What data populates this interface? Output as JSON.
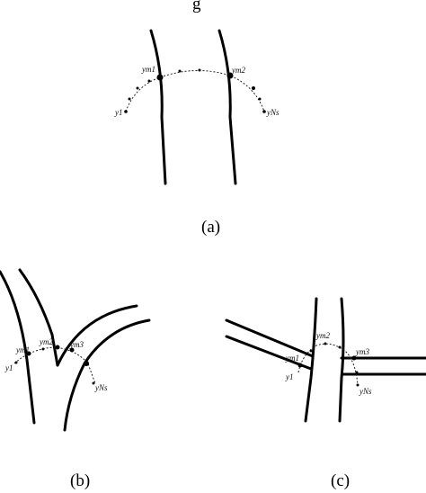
{
  "header_fragment": "g",
  "captions": {
    "a": "(a)",
    "b": "(b)",
    "c": "(c)"
  },
  "labels": {
    "a": {
      "start": "y1",
      "mid1": "ym1",
      "mid2": "ym2",
      "end": "yNs"
    },
    "b": {
      "start": "y1",
      "mid1": "ym1",
      "mid2": "ym2",
      "mid3": "ym3",
      "end": "yNs"
    },
    "c": {
      "start": "y1",
      "mid1": "ym1",
      "mid2": "ym2",
      "mid3": "ym3",
      "end": "yNs"
    }
  }
}
